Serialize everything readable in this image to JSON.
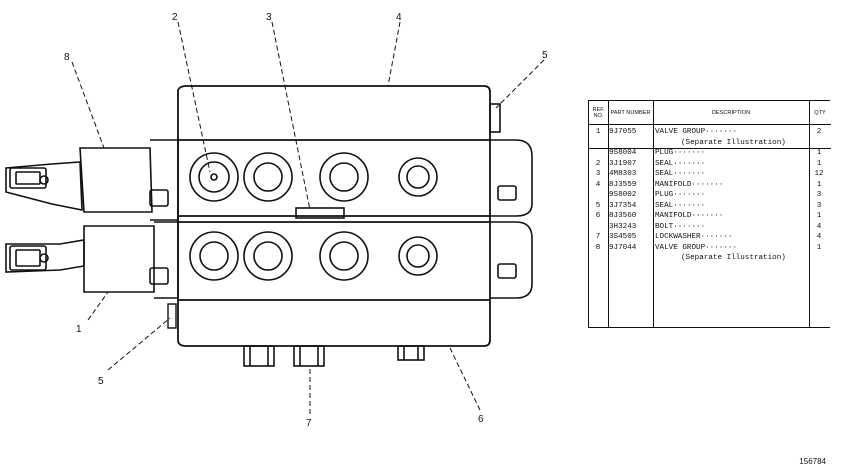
{
  "callouts": {
    "c1": "1",
    "c2": "2",
    "c3": "3",
    "c4": "4",
    "c5a": "5",
    "c5b": "5",
    "c6": "6",
    "c7": "7",
    "c8": "8"
  },
  "parts_table": {
    "headers": {
      "ref": "REF. NO.",
      "part_number": "PART NUMBER",
      "description": "DESCRIPTION",
      "qty": "QTY"
    },
    "rows": [
      {
        "ref": "1",
        "pn": "9J7055",
        "desc": "VALVE GROUP·······",
        "qty": "2"
      },
      {
        "ref": "",
        "pn": "",
        "desc": "",
        "qty": "",
        "note": "(Separate Illustration)"
      },
      {
        "ref": "",
        "pn": "9S8004",
        "desc": "PLUG·······",
        "qty": "1"
      },
      {
        "ref": "2",
        "pn": "3J1907",
        "desc": "SEAL·······",
        "qty": "1"
      },
      {
        "ref": "3",
        "pn": "4M8303",
        "desc": "SEAL·······",
        "qty": "12"
      },
      {
        "ref": "4",
        "pn": "8J3559",
        "desc": "MANIFOLD·······",
        "qty": "1"
      },
      {
        "ref": "",
        "pn": "9S8002",
        "desc": "PLUG·······",
        "qty": "3"
      },
      {
        "ref": "5",
        "pn": "3J7354",
        "desc": "SEAL·······",
        "qty": "3"
      },
      {
        "ref": "6",
        "pn": "8J3560",
        "desc": "MANIFOLD·······",
        "qty": "1"
      },
      {
        "ref": "",
        "pn": "3H3243",
        "desc": "BOLT·······",
        "qty": "4"
      },
      {
        "ref": "7",
        "pn": "3S4505",
        "desc": "LOCKWASHER·······",
        "qty": "4"
      },
      {
        "ref": "8",
        "pn": "9J7044",
        "desc": "VALVE GROUP·······",
        "qty": "1"
      },
      {
        "ref": "",
        "pn": "",
        "desc": "",
        "qty": "",
        "note": "(Separate Illustration)"
      }
    ]
  },
  "drawing_number": "156784"
}
